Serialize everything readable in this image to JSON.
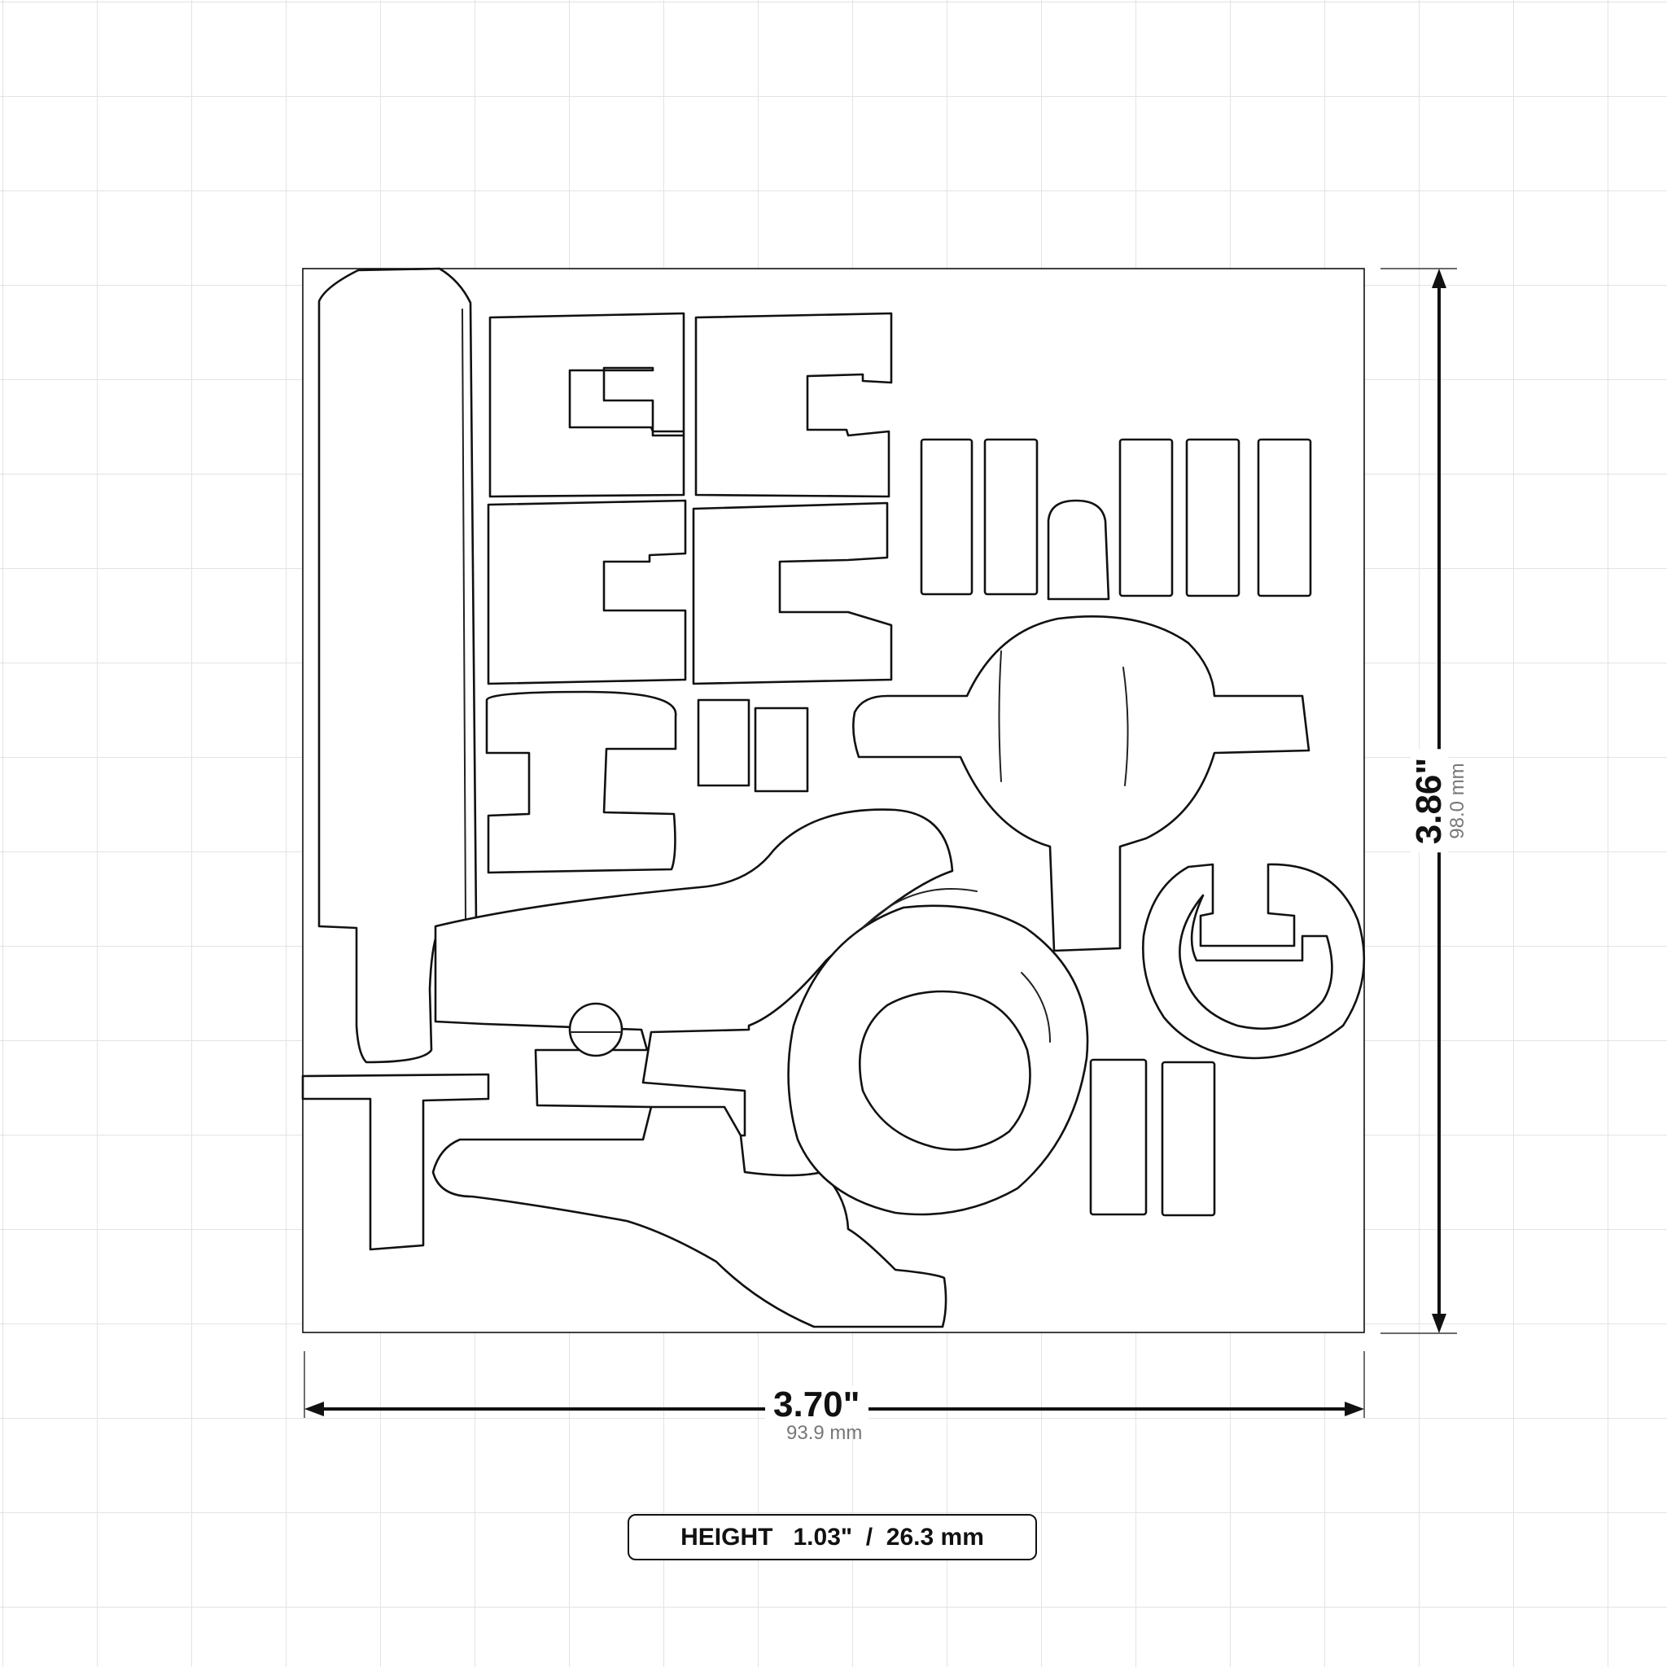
{
  "drawing": {
    "width_dimension": {
      "inches": "3.70\"",
      "mm": "93.9 mm"
    },
    "height_dimension": {
      "inches": "3.86\"",
      "mm": "98.0 mm"
    },
    "height_badge": {
      "label": "HEIGHT",
      "inches": "1.03\"",
      "separator": "/",
      "mm": "26.3 mm"
    }
  }
}
